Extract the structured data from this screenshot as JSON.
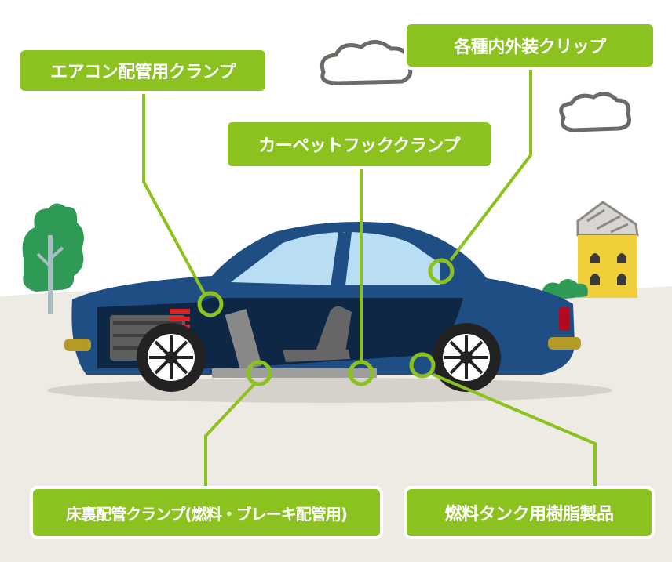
{
  "labels": {
    "ac_pipe_clamp": "エアコン配管用クランプ",
    "interior_clips": "各種内外装クリップ",
    "carpet_hook_clamp": "カーペットフッククランプ",
    "underfloor_pipe_clamp": "床裏配管クランプ(燃料・ブレーキ配管用)",
    "fuel_tank_resin": "燃料タンク用樹脂製品"
  },
  "colors": {
    "label_green": "#8cc21f",
    "car_body": "#1f4e85",
    "ground": "#eeebe5"
  },
  "icons": [
    "cloud",
    "tree",
    "house",
    "bush",
    "callout-ring"
  ]
}
